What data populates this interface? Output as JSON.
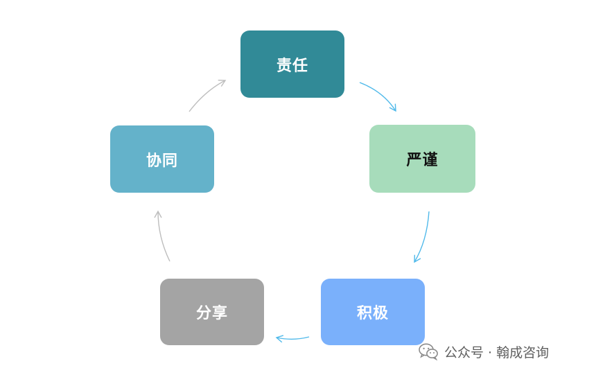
{
  "nodes": {
    "responsibility": {
      "label": "责任",
      "bg": "#318a97",
      "fg": "#ffffff"
    },
    "rigor": {
      "label": "严谨",
      "bg": "#a7dcbb",
      "fg": "#111111"
    },
    "positive": {
      "label": "积极",
      "bg": "#7ab0fb",
      "fg": "#ffffff"
    },
    "share": {
      "label": "分享",
      "bg": "#a4a4a4",
      "fg": "#ffffff"
    },
    "collaborate": {
      "label": "协同",
      "bg": "#64b2ca",
      "fg": "#ffffff"
    }
  },
  "colors": {
    "arrow_blue": "#4fb9ea",
    "arrow_gray": "#bdbdbd"
  },
  "icons": {
    "watermark": "wechat-icon"
  },
  "watermark": {
    "text": "公众号 · 翰成咨询"
  }
}
